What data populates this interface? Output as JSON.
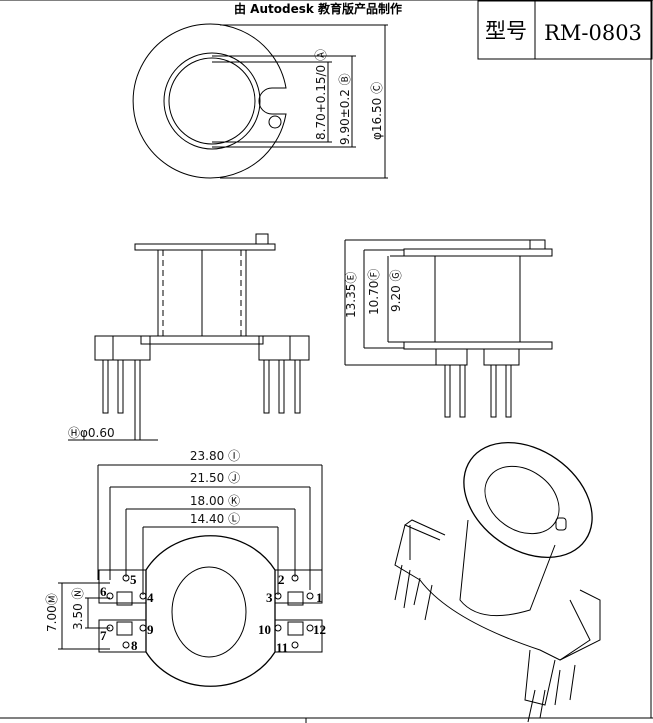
{
  "watermark": "由 Autodesk 教育版产品制作",
  "title_block": {
    "label": "型号",
    "model": "RM-0803"
  },
  "top_view": {
    "dim_a": "8.70+0.15/0 Ⓐ",
    "dim_b": "9.90±0.2 Ⓑ",
    "dim_c": "φ16.50 Ⓒ"
  },
  "side_view_left": {
    "dim_h": "Ⓗφ0.60"
  },
  "side_view_right": {
    "dim_e": "13.35Ⓔ",
    "dim_f": "10.70Ⓕ",
    "dim_g": "9.20 Ⓖ"
  },
  "bottom_view": {
    "dim_i": "23.80 Ⓘ",
    "dim_j": "21.50 Ⓙ",
    "dim_k": "18.00 Ⓚ",
    "dim_l": "14.40 Ⓛ",
    "dim_m": "7.00Ⓜ",
    "dim_n": "3.50 Ⓝ",
    "pins": [
      "1",
      "2",
      "3",
      "4",
      "5",
      "6",
      "7",
      "8",
      "9",
      "10",
      "11",
      "12"
    ]
  }
}
